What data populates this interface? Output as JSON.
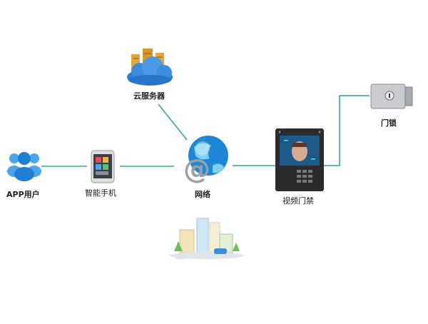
{
  "nodes": {
    "app_user": {
      "label": "APP用户"
    },
    "smartphone": {
      "label": "智能手机"
    },
    "cloud_server": {
      "label": "云服务器"
    },
    "network": {
      "label": "网络",
      "symbol": "@"
    },
    "video_access": {
      "label": "视频门禁"
    },
    "door_lock": {
      "label": "门锁"
    }
  },
  "colors": {
    "line": "#2aa7a0",
    "cloud": "#2f7fd6",
    "cloud_light": "#6fb7ee",
    "server": "#e2a63a",
    "user_blue": "#2b8fe0",
    "globe": "#1e88d8",
    "terminal": "#2c2c2c"
  },
  "icons": {
    "app_user": "user-group-icon",
    "smartphone": "smartphone-icon",
    "cloud_server": "cloud-server-icon",
    "network": "globe-at-icon",
    "video_access": "video-intercom-icon",
    "door_lock": "electric-lock-icon",
    "city": "city-buildings-icon"
  }
}
